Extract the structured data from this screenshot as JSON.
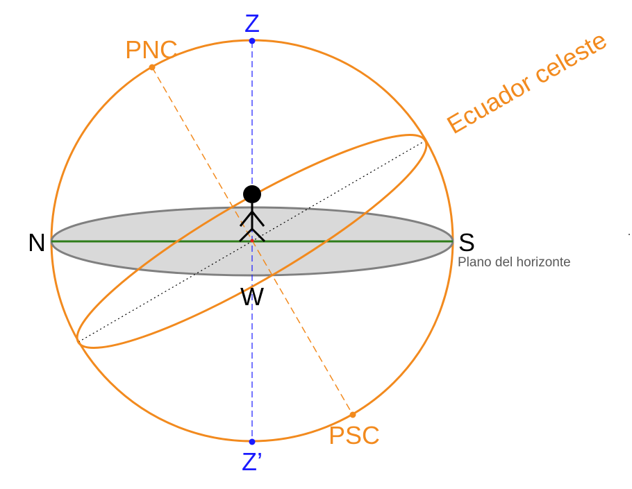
{
  "colors": {
    "orange": "#f28a1e",
    "blue": "#1a1aff",
    "green": "#2e7d1a",
    "gray_fill": "#d9d9d9",
    "gray_stroke": "#808080",
    "black": "#000000",
    "red": "#e0201a",
    "dark_gray_text": "#595959"
  },
  "labels": {
    "zenith": "Z",
    "nadir": "Z’",
    "north_celestial_pole": "PNC",
    "south_celestial_pole": "PSC",
    "celestial_equator": "Ecuador celeste",
    "north": "N",
    "south": "S",
    "west": "W",
    "horizon_plane": "Plano del horizonte"
  }
}
